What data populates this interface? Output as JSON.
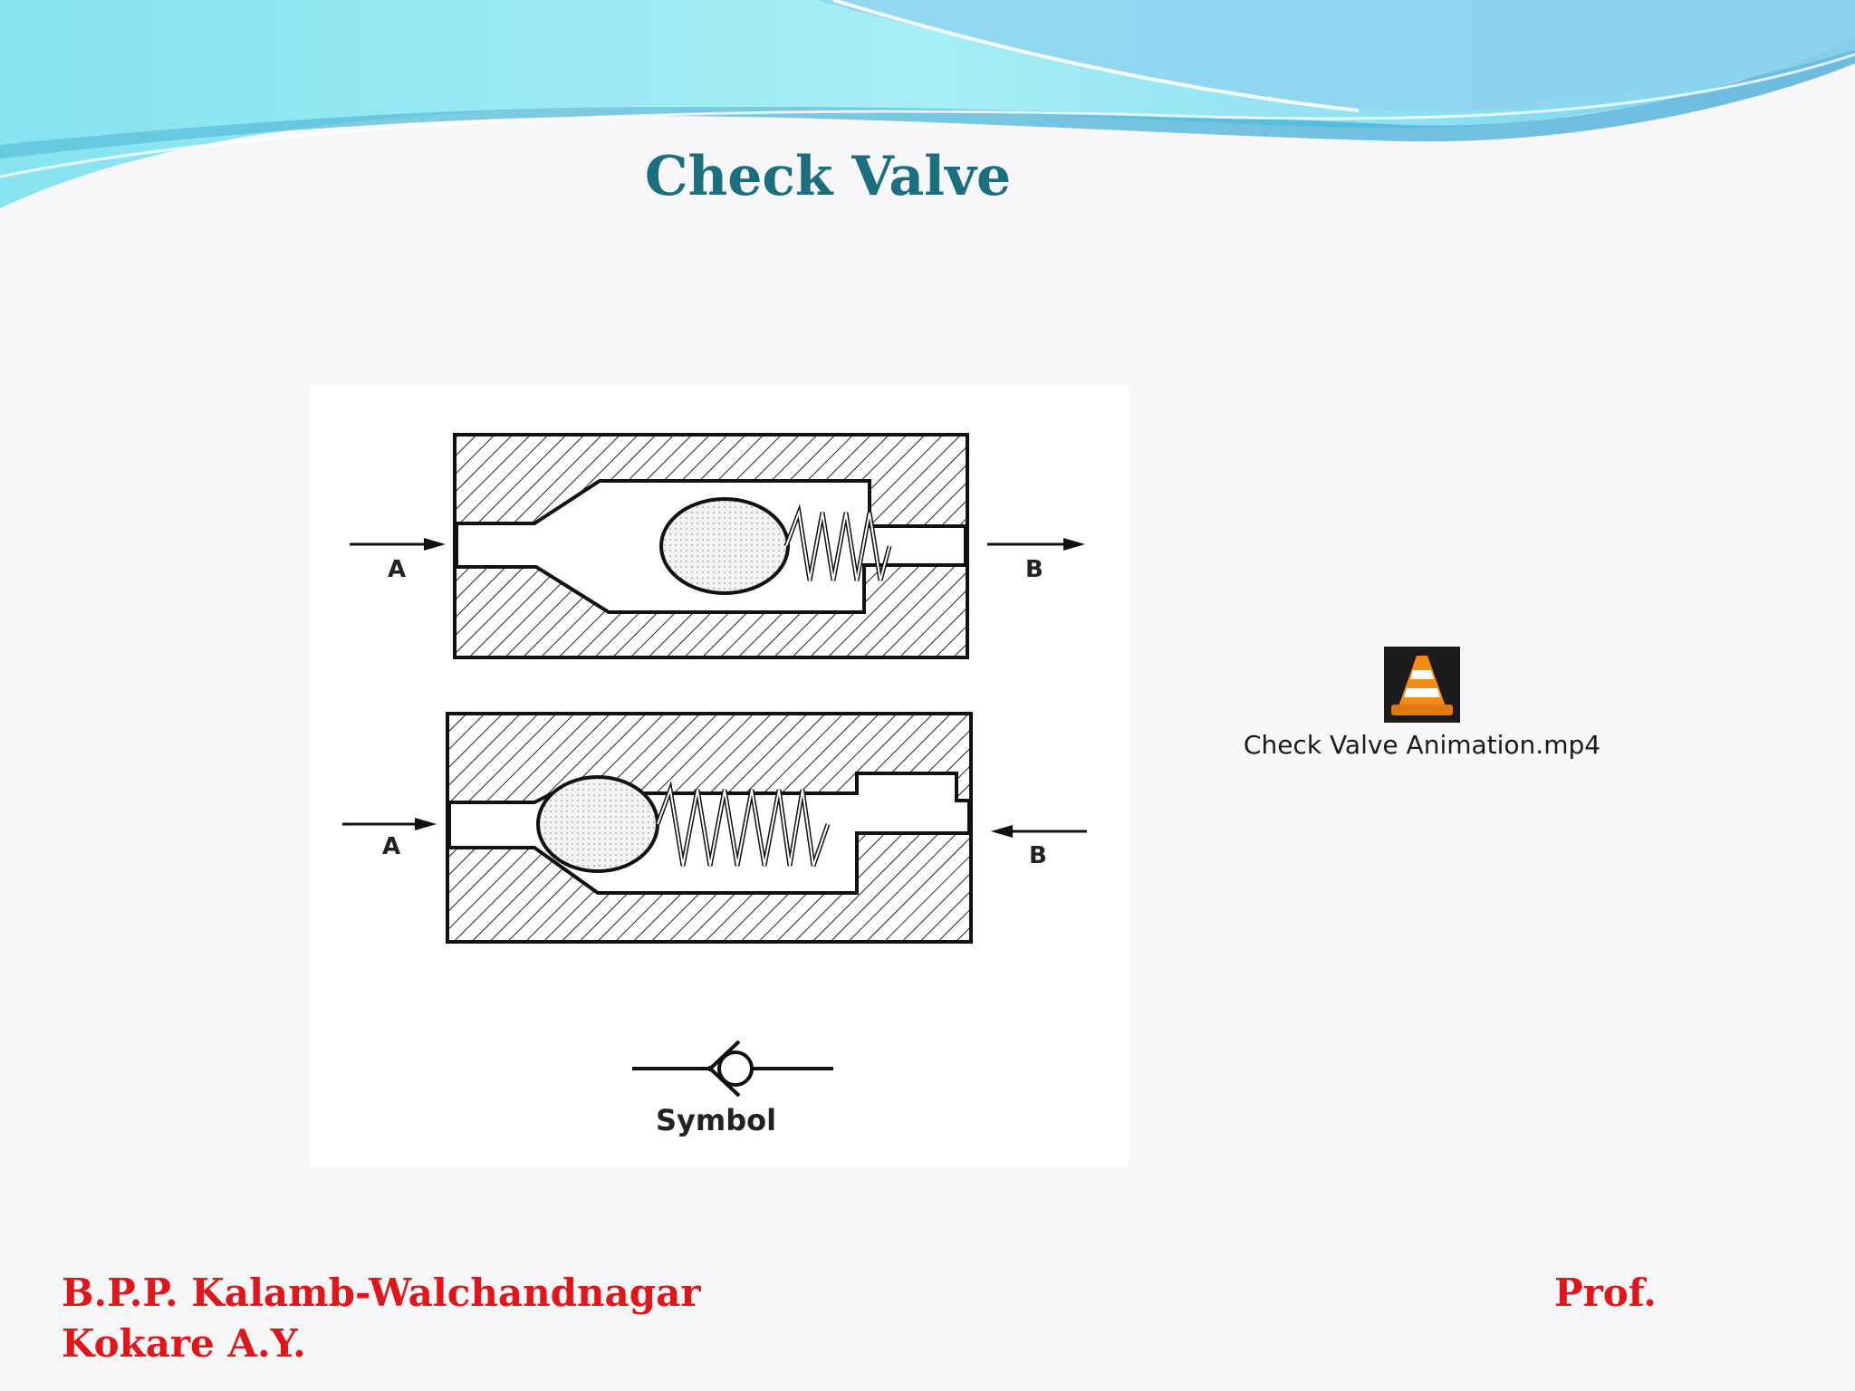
{
  "slide": {
    "title": "Check Valve",
    "diagram": {
      "inlet_label": "A",
      "outlet_label": "B",
      "symbol_caption": "Symbol"
    },
    "media": {
      "filename": "Check Valve Animation.mp4",
      "icon": "vlc-cone-icon"
    },
    "footer": {
      "institute": "B.P.P. Kalamb-Walchandnagar",
      "name": "Kokare A.Y.",
      "prof": "Prof."
    }
  },
  "colors": {
    "title": "#1b6e7d",
    "footer": "#e0161a",
    "wave_light": "#8ee6f2",
    "wave_dark": "#4fb3d9"
  }
}
